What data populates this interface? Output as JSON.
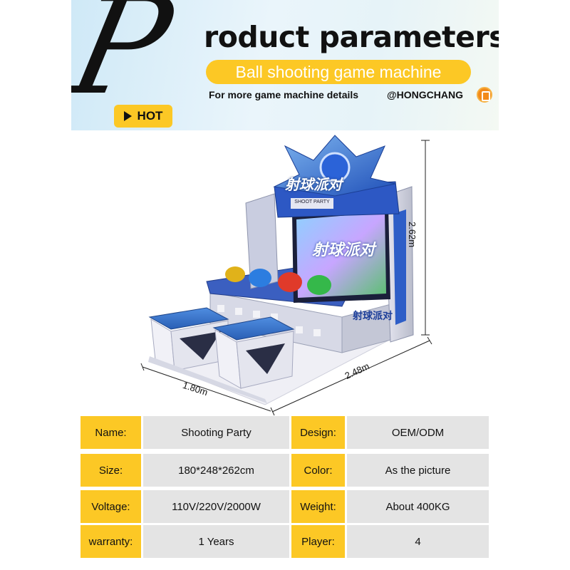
{
  "header": {
    "initial": "P",
    "title": "roduct parameters",
    "subtitle": "Ball shooting game machine",
    "more_details": "For more game machine details",
    "brand": "@HONGCHANG",
    "hot_label": "HOT"
  },
  "product": {
    "screen_title": "射球派对",
    "marquee_text": "SHOOT PARTY",
    "side_text": "射球派对",
    "dimensions": {
      "height": "2.62m",
      "depth": "2.48m",
      "width": "1.80m"
    }
  },
  "colors": {
    "accent_yellow": "#fcc825",
    "value_gray": "#e4e4e4"
  },
  "specs": [
    {
      "label1": "Name:",
      "value1": "Shooting Party",
      "label2": "Design:",
      "value2": "OEM/ODM"
    },
    {
      "label1": "Size:",
      "value1": "180*248*262cm",
      "label2": "Color:",
      "value2": "As the picture"
    },
    {
      "label1": "Voltage:",
      "value1": "110V/220V/2000W",
      "label2": "Weight:",
      "value2": "About 400KG"
    },
    {
      "label1": "warranty:",
      "value1": "1 Years",
      "label2": "Player:",
      "value2": "4"
    }
  ]
}
